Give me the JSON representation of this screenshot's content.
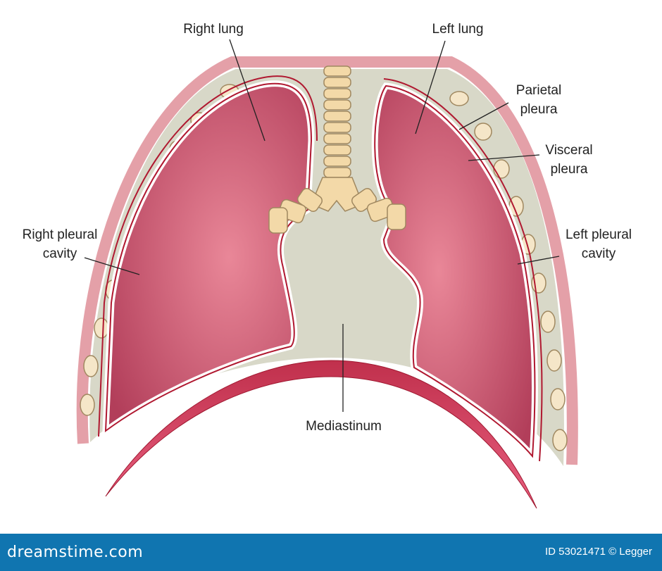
{
  "labels": {
    "right_lung": "Right lung",
    "left_lung": "Left lung",
    "parietal_pleura": [
      "Parietal",
      "pleura"
    ],
    "visceral_pleura": [
      "Visceral",
      "pleura"
    ],
    "right_pleural_cavity": [
      "Right pleural",
      "cavity"
    ],
    "left_pleural_cavity": [
      "Left pleural",
      "cavity"
    ],
    "mediastinum": "Mediastinum"
  },
  "footer": {
    "brand": "dreamstime.com",
    "credit": "ID 53021471 © Legger"
  },
  "colors": {
    "footer_bg": "#1075b0",
    "lung": "#c25068",
    "mediastinum": "#d8d8c8",
    "rib": "#f5e6c8",
    "diaphragm": "#d03050"
  }
}
